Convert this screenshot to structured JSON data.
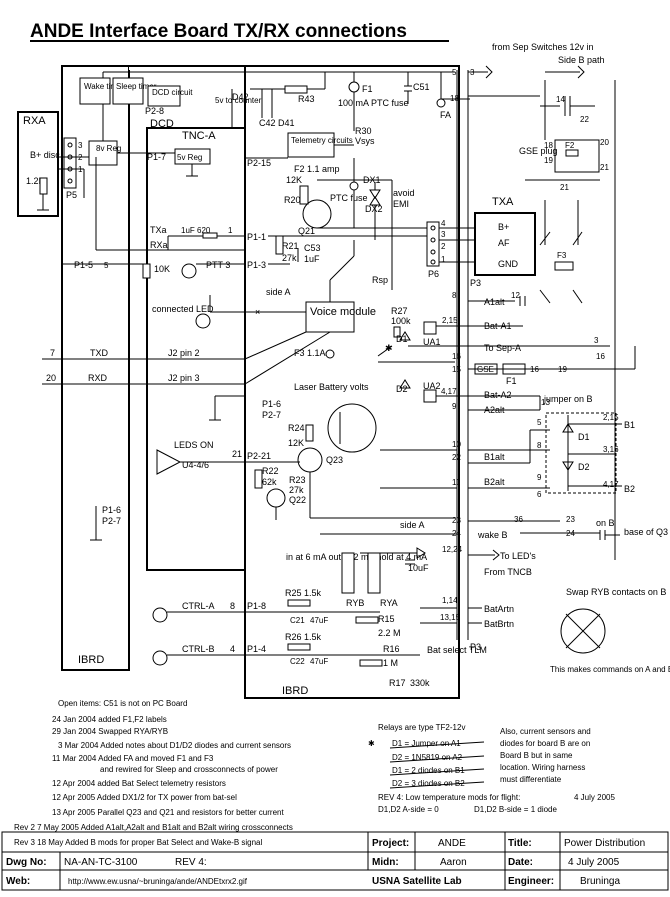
{
  "title": "ANDE Interface Board TX/RX connections",
  "blocks": {
    "rxa": "RXA",
    "txa": "TXA",
    "tnca": "TNC-A",
    "dcd": "DCD",
    "dcd_circuit": "DCD circuit",
    "wake_timer": "Wake timer",
    "sleep_timer": "Sleep timer",
    "reg8": "8v Reg",
    "reg5": "5v Reg",
    "telemetry": "Telemetry circuits",
    "voice": "Voice module",
    "ibrd_left": "IBRD",
    "ibrd_right": "IBRD"
  },
  "labels": {
    "from_sep": "from Sep Switches 12v in",
    "side_b_path": "Side B path",
    "fv_counter": "5v to counter",
    "d42": "D42",
    "r43": "R43",
    "f1": "F1",
    "f1_spec": "100 mA PTC fuse",
    "c51": "C51",
    "fa": "FA",
    "c42d41": "C42 D41",
    "r30": "R30",
    "vsys": "Vsys",
    "f2": "F2 1.1 amp",
    "dx1": "DX1",
    "dx2": "DX2",
    "avoid": "avoid",
    "emi": "EMI",
    "ptc_fuse": "PTC fuse",
    "r20": "R20",
    "k12": "12K",
    "q21": "Q21",
    "r21": "R21",
    "k27": "27k",
    "c53": "C53",
    "uf1": "1uF",
    "txa_sig": "TXa",
    "rxa_sig": "RXa",
    "uf1_620": "1uF  620",
    "ptt3": "PTT 3",
    "k10": "10K",
    "conn_led": "connected LED",
    "side_a": "side A",
    "rsp": "Rsp",
    "p6": "P6",
    "p3": "P3",
    "p5": "P5",
    "bplus": "B+",
    "af": "AF",
    "gnd": "GND",
    "b_plus_disc": "B+ disc",
    "k12b": "1.2K",
    "p1_5": "P1-5",
    "p1_7": "P1-7",
    "p2_8": "P2-8",
    "p2_15": "P2-15",
    "p1_1": "P1-1",
    "p1_3": "P1-3",
    "f3_1a": "F3 1.1A",
    "txd": "TXD",
    "rxd": "RXD",
    "j2_2": "J2 pin 2",
    "j2_3": "J2 pin 3",
    "n7": "7",
    "n20": "20",
    "laser": "Laser Battery volts",
    "p1_6": "P1-6",
    "p2_7": "P2-7",
    "leds_on": "LEDS ON",
    "u4": "U4-4/6",
    "p2_21": "P2-21",
    "n21": "21",
    "r24": "R24",
    "k12c": "12K",
    "q23": "Q23",
    "r22": "R22",
    "k62": "62k",
    "r23": "R23",
    "k27b": "27k",
    "q22": "Q22",
    "p1_6b": "P1-6",
    "p2_7b": "P2-7",
    "a1alt": "A1alt",
    "r27": "R27",
    "k100": "100k",
    "bat_a1": "Bat-A1",
    "ua1": "UA1",
    "d1": "D1",
    "to_sep_a": "To Sep-A",
    "gse": "GSE",
    "f1b": "F1",
    "bat_a2": "Bat-A2",
    "ua2": "UA2",
    "d2": "D2",
    "a2alt": "A2alt",
    "b1alt": "B1alt",
    "b2alt": "B2alt",
    "jumper_b": "jumper on B",
    "d1b": "D1",
    "d2b": "D2",
    "b1": "B1",
    "b2": "B2",
    "side_a2": "side A",
    "wake_b": "wake B",
    "on_b": "on B",
    "base_q3": "base of Q3",
    "to_leds": "To LED's",
    "from_tncb": "From TNCB",
    "uf10": "10uF",
    "relay_info": "in at 6 mA out at 2 mA hold at 4 mA",
    "ryb": "RYB",
    "rya": "RYA",
    "bat_artn": "BatArtn",
    "bat_brtn": "BatBrtn",
    "ctrl_a": "CTRL-A",
    "ctrl_b": "CTRL-B",
    "p1_8": "P1-8",
    "p1_4": "P1-4",
    "r25": "R25",
    "k15": "1.5k",
    "c21": "C21",
    "uf47": "47uF",
    "r26": "R26",
    "k15b": "1.5k",
    "c22": "C22",
    "uf47b": "47uF",
    "r15": "R15",
    "m22": "2.2 M",
    "r16": "R16",
    "m1": "1 M",
    "r17": "R17",
    "k330": "330k",
    "bat_select": "Bat select TLM",
    "swap": "Swap RYB contacts on B",
    "makes": "This makes commands on A and B identical",
    "gse_plug": "GSE plug",
    "f2b": "F2",
    "f3b": "F3",
    "n5": "5",
    "n3": "3",
    "n18": "18",
    "n14": "14",
    "n22": "22",
    "n19": "19",
    "n20b": "20",
    "n21b": "21",
    "n2": "2",
    "n1": "1",
    "n4": "4",
    "n8": "8",
    "n12": "12",
    "n2_15": "2,15",
    "n16": "16",
    "n15": "15",
    "n4_17": "4,17",
    "n9": "9",
    "n13": "13",
    "n10": "10",
    "n22b": "22",
    "n11": "11",
    "n6": "6",
    "n23": "23",
    "n24": "24",
    "n36": "36",
    "n12_24": "12,24",
    "n1_14": "1,14",
    "n13_15": "13,15",
    "n3_16": "3,16",
    "n8b": "8",
    "n4b": "4"
  },
  "notes": {
    "open_items": "Open items:  C51 is not on PC Board",
    "revisions": [
      "24 Jan 2004 added F1,F2 labels",
      "29 Jan 2004 Swapped RYA/RYB",
      "3 Mar 2004 Added notes about D1/D2 diodes and current sensors",
      "11 Mar 2004 Added FA and moved  F1 and F3",
      "and rewired for Sleep and crossconnects of power",
      "12 Apr 2004 added Bat Select telemetry resistors",
      "12 Apr 2005 Added DX1/2 for TX power from bat-sel",
      "13 Apr 2005 Parallel Q23 and Q21 and resistors for better current",
      "Rev 2  7 May 2005 Added A1alt,A2alt and B1alt and B2alt wiring crossconnects",
      "Rev 3  18 May Added B mods for proper Bat Select and Wake-B signal"
    ],
    "relays": "Relays are type TF2-12v",
    "relay_d1_jumper": "D1 = Jumper  on  A1",
    "relay_d2": "D2 = 1N5819  on  A2",
    "relay_d1_b1": "D1 = 2 diodes on B1",
    "relay_d2_b2": "D2 = 3 diodes on B2",
    "also": [
      "Also, current sensors and",
      "diodes for board B are on",
      "Board B but in same",
      "location.  Wiring harness",
      "must differentiate"
    ],
    "rev4": "REV 4:   Low temperature mods for flight:",
    "rev4_date": "4 July 2005",
    "rev4_a": "D1,D2 A-side = 0",
    "rev4_b": "D1,D2 B-side = 1 diode"
  },
  "title_block": {
    "project_label": "Project:",
    "project": "ANDE",
    "title_label": "Title:",
    "title": "Power Distribution",
    "midn_label": "Midn:",
    "midn": "Aaron",
    "date_label": "Date:",
    "date": "4 July 2005",
    "lab": "USNA Satellite Lab",
    "engineer_label": "Engineer:",
    "engineer": "Bruninga",
    "dwg_label": "Dwg No:",
    "dwg": "NA-AN-TC-3100",
    "rev": "REV 4:",
    "web_label": "Web:",
    "web": "http://www.ew.usna/~bruninga/ande/ANDEtxrx2.gif"
  }
}
